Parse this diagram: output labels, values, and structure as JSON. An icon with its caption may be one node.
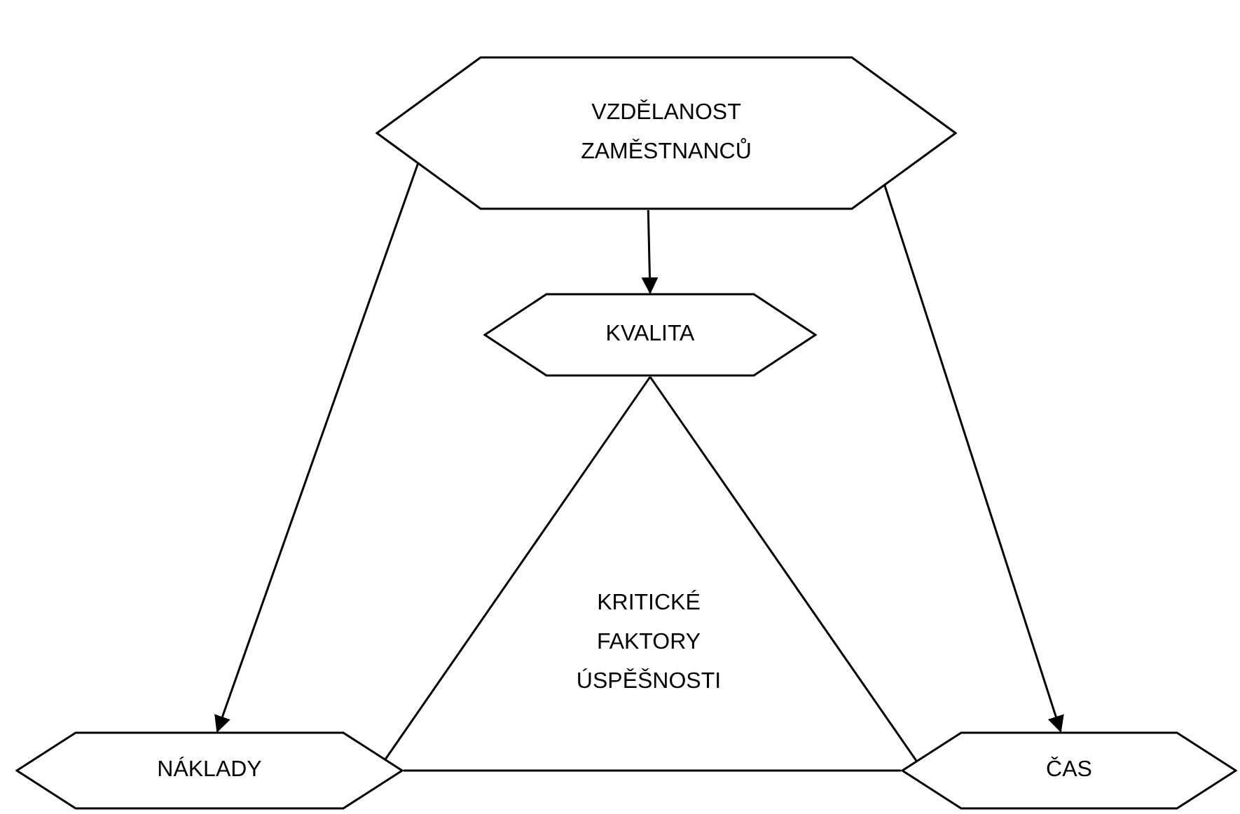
{
  "diagram": {
    "nodes": [
      {
        "text": [
          "VZDĚLANOST ZAMĚSTNANCŮ"
        ]
      },
      {
        "text": [
          "KVALITA"
        ]
      },
      {
        "text": [
          "NÁKLADY"
        ]
      },
      {
        "text": [
          "ČAS"
        ]
      }
    ],
    "edges": [
      {
        "from": 0,
        "to": 1,
        "arrow": "to"
      },
      {
        "from": 0,
        "to": 2,
        "arrow": "to"
      },
      {
        "from": 0,
        "to": 3,
        "arrow": "to"
      },
      {
        "from": 1,
        "to": 2,
        "arrow": "none"
      },
      {
        "from": 1,
        "to": 3,
        "arrow": "none"
      },
      {
        "from": 2,
        "to": 3,
        "arrow": "none"
      }
    ],
    "labels": [
      "KRITICKÉ FAKTORY ÚSPĚŠNOSTI"
    ]
  }
}
